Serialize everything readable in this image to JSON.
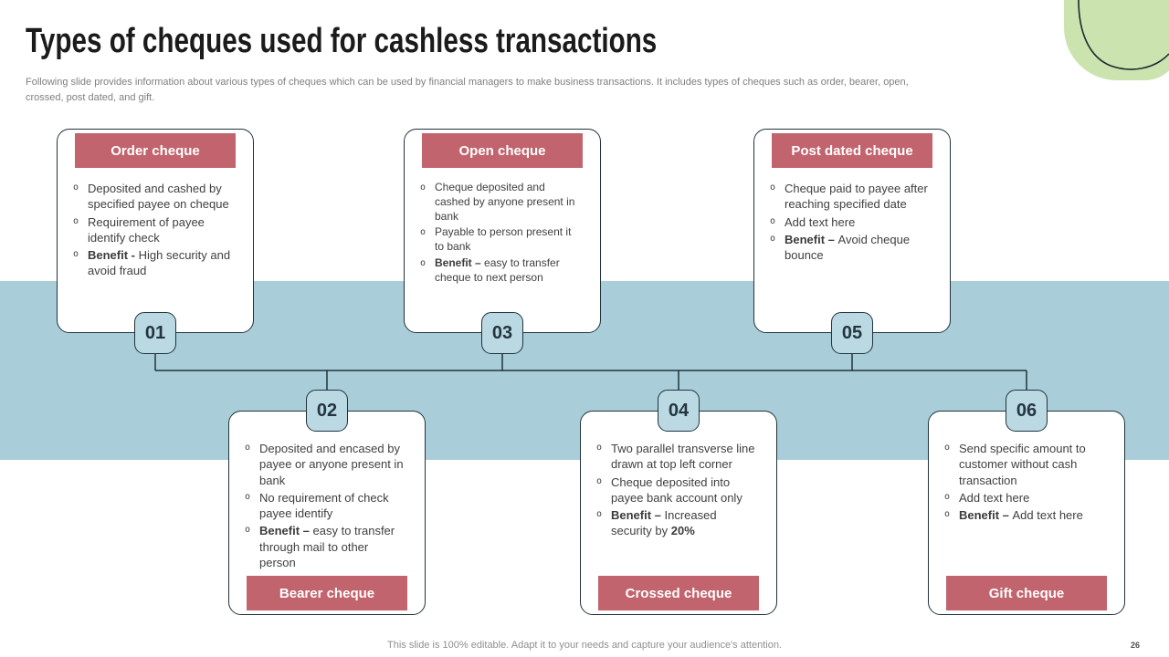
{
  "slide": {
    "title": "Types of cheques used for cashless transactions",
    "subtitle": "Following slide provides information about various types of cheques which can be used by financial managers to make business transactions. It includes types of cheques such as order, bearer, open, crossed, post dated, and gift.",
    "footer": "This slide is 100% editable. Adapt it to your needs and capture your audience's attention.",
    "page_number": "26"
  },
  "colors": {
    "accent_rose": "#c2646d",
    "band_blue": "#a9ced9",
    "badge_fill": "#bad9e2",
    "line_dark": "#20333c",
    "deco_green": "#cbe3ae"
  },
  "cards": [
    {
      "number": "01",
      "title": "Order cheque",
      "bullets": [
        {
          "t": "Deposited and cashed by specified payee on cheque"
        },
        {
          "t": "Requirement of payee identify check"
        },
        {
          "b": "Benefit - ",
          "t": "High security and avoid fraud"
        }
      ]
    },
    {
      "number": "02",
      "title": "Bearer cheque",
      "bullets": [
        {
          "t": "Deposited and encased by payee or anyone present in bank"
        },
        {
          "t": "No requirement of check payee identify"
        },
        {
          "b": "Benefit – ",
          "t": "easy to transfer through mail to other person"
        }
      ]
    },
    {
      "number": "03",
      "title": "Open cheque",
      "bullets": [
        {
          "t": "Cheque deposited and cashed by anyone present in bank"
        },
        {
          "t": "Payable to person present it to bank"
        },
        {
          "b": "Benefit – ",
          "t": "easy to transfer cheque to next person"
        }
      ]
    },
    {
      "number": "04",
      "title": "Crossed cheque",
      "bullets": [
        {
          "t": "Two parallel transverse line drawn at top left corner"
        },
        {
          "t": "Cheque deposited into payee bank account only"
        },
        {
          "b": "Benefit – ",
          "t": "Increased security by ",
          "b2": "20%"
        }
      ]
    },
    {
      "number": "05",
      "title": "Post dated cheque",
      "bullets": [
        {
          "t": "Cheque paid to payee after reaching specified date"
        },
        {
          "t": "Add text here"
        },
        {
          "b": "Benefit – ",
          "t": "Avoid cheque bounce"
        }
      ]
    },
    {
      "number": "06",
      "title": "Gift cheque",
      "bullets": [
        {
          "t": "Send specific amount to customer without cash transaction"
        },
        {
          "t": "Add text here"
        },
        {
          "b": "Benefit – ",
          "t": "Add text here"
        }
      ]
    }
  ]
}
